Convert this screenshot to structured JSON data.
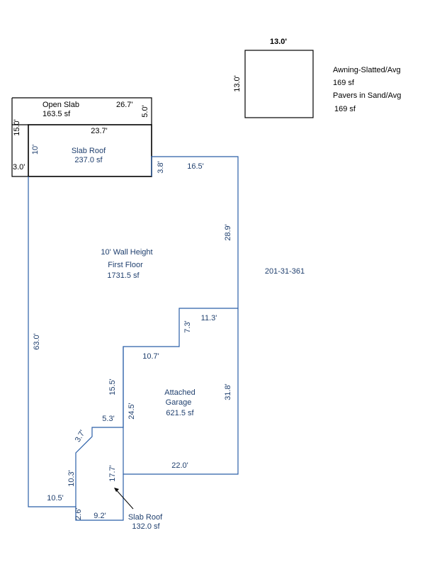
{
  "awning": {
    "dim_top": "13.0'",
    "dim_left": "13.0'",
    "label_1": "Awning-Slatted/Avg",
    "area_1": "169 sf",
    "label_2": "Pavers in Sand/Avg",
    "area_2": "169 sf"
  },
  "open_slab": {
    "name": "Open Slab",
    "area": "163.5 sf",
    "dim_top": "26.7'",
    "dim_right": "5.0'",
    "dim_left": "15.0'",
    "dim_bottom_left": "3.0'"
  },
  "slab_roof_top": {
    "name": "Slab Roof",
    "area": "237.0 sf",
    "dim_top": "23.7'",
    "dim_left": "10'"
  },
  "first_floor": {
    "line_1": "10' Wall Height",
    "line_2": "First Floor",
    "area": "1731.5 sf",
    "dim_step": "3.8'",
    "dim_top_right": "16.5'",
    "dim_right": "28.9'",
    "dim_left": "63.0'",
    "dim_inner_right": "7.3'",
    "dim_inner_top": "11.3'",
    "dim_mid_top": "10.7'",
    "dim_mid_left": "15.5'",
    "dim_notch_top": "5.3'",
    "dim_diag": "3.7'",
    "dim_low_left": "10.3'",
    "dim_bottom": "10.5'"
  },
  "garage": {
    "line_1": "Attached",
    "line_2": "Garage",
    "area": "621.5 sf",
    "dim_left": "24.5'",
    "dim_right": "31.8'",
    "dim_bottom": "22.0'"
  },
  "slab_roof_bottom": {
    "name": "Slab Roof",
    "area": "132.0 sf",
    "dim_left": "2.6'",
    "dim_bottom": "9.2'",
    "dim_right": "17.7'"
  },
  "parcel_id": "201-31-361",
  "colors": {
    "floor_outline": "#2b5fa8",
    "label_text": "#1f3f6e",
    "slab_outline": "#000000"
  }
}
